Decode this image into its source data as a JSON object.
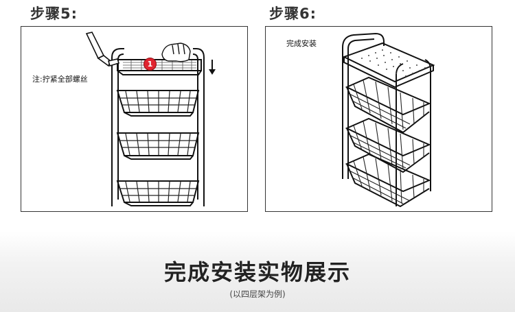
{
  "step5": {
    "title": "步骤5:",
    "note": "注:拧紧全部螺丝",
    "marker_number": "1"
  },
  "step6": {
    "title": "步骤6:",
    "caption": "完成安装"
  },
  "showcase": {
    "title": "完成安装实物展示",
    "subtitle": "(以四层架为例)"
  }
}
